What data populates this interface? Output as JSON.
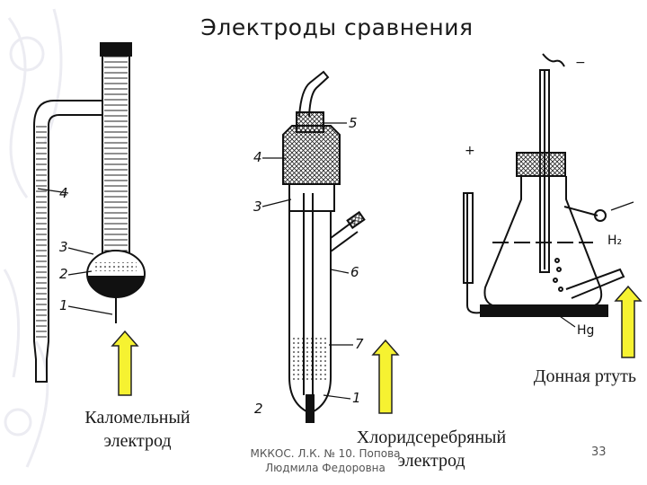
{
  "slide": {
    "title": "Электроды сравнения",
    "labels": {
      "calomel": "Каломельный электрод",
      "silver_chloride": "Хлоридсеребряный электрод",
      "bottom_mercury": "Донная ртуть"
    },
    "figure_numbers": {
      "calomel": [
        "1",
        "2",
        "3",
        "4"
      ],
      "silver_chloride": [
        "1",
        "2",
        "3",
        "4",
        "5",
        "6",
        "7"
      ]
    },
    "flask_labels": {
      "plus": "+",
      "minus": "−",
      "h2": "H₂",
      "hg": "Hg"
    },
    "footer": {
      "line1": "МККОС. Л.К. № 10. Попова",
      "line2": "Людмила Федоровна"
    },
    "page_number": "33"
  },
  "colors": {
    "arrow_fill": "#f6f231",
    "arrow_stroke": "#222222",
    "decoration": "#e9e9ef"
  }
}
